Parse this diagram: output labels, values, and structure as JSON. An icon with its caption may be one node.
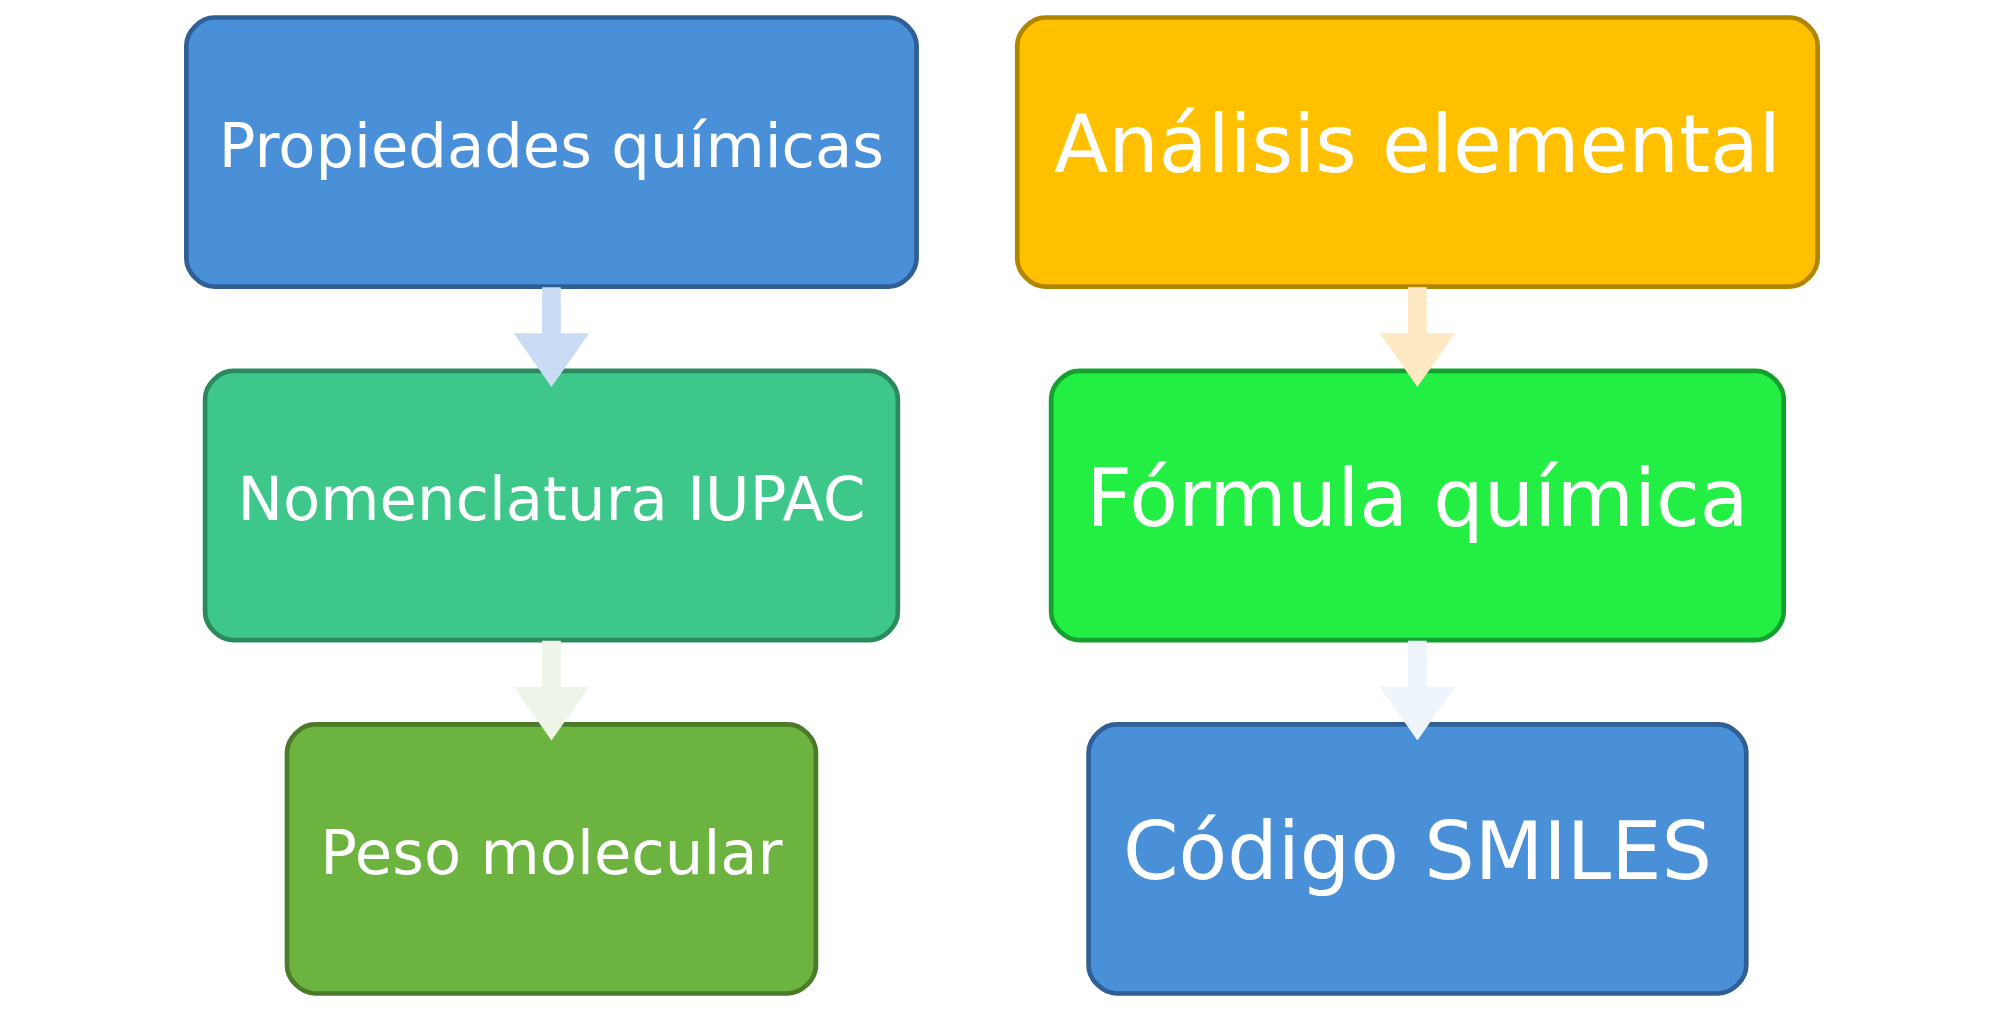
{
  "diagram": {
    "nodes": [
      {
        "text": [
          "Propiedades químicas"
        ]
      },
      {
        "text": [
          "Nomenclatura IUPAC"
        ]
      },
      {
        "text": [
          "Peso molecular"
        ]
      },
      {
        "text": [
          "Análisis elemental"
        ]
      },
      {
        "text": [
          "Fórmula química"
        ]
      },
      {
        "text": [
          "Código SMILES"
        ]
      }
    ],
    "edges": [
      {
        "from": 0,
        "to": 1,
        "arrow": "to",
        "color": "#c9dcf3"
      },
      {
        "from": 1,
        "to": 2,
        "arrow": "to",
        "color": "#eef5e8"
      },
      {
        "from": 3,
        "to": 4,
        "arrow": "to",
        "color": "#fde9c4"
      },
      {
        "from": 4,
        "to": 5,
        "arrow": "to",
        "color": "#eef4fb"
      }
    ]
  }
}
